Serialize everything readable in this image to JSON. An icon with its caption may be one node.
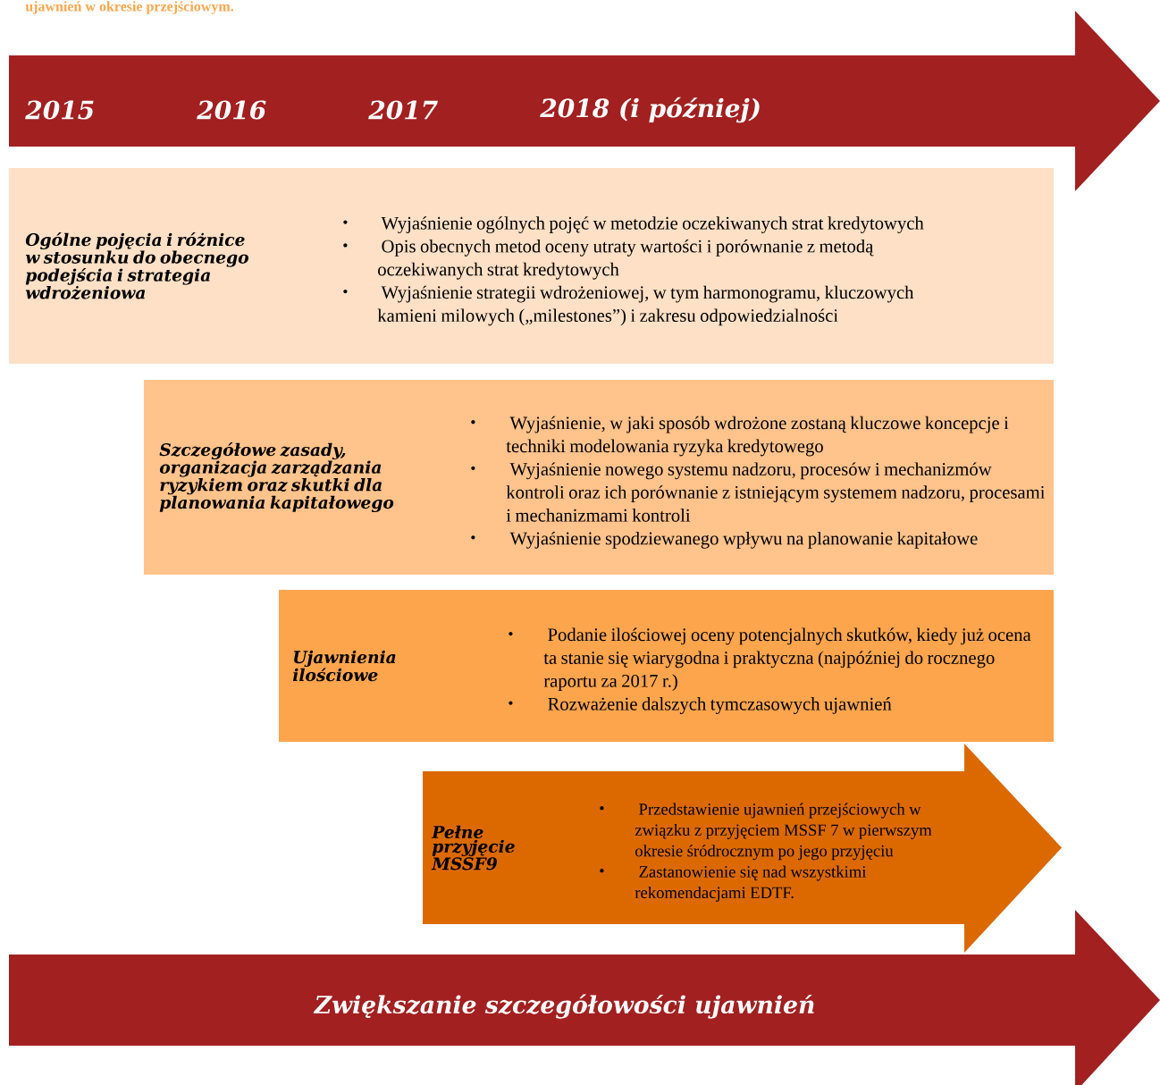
{
  "diagram": {
    "title": "ujawnień w okresie przejściowym.",
    "nodes": [
      {
        "text": [
          "2015",
          "2016",
          "2017",
          "2018 (i później)"
        ]
      },
      {
        "text": [
          "Ogólne pojęcia i różnice w stosunku do obecnego podejścia i strategia wdrożeniowa",
          "Wyjaśnienie ogólnych pojęć w metodzie oczekiwanych strat kredytowych",
          "Opis obecnych metod oceny utraty wartości i porównanie z metodą oczekiwanych strat kredytowych",
          "Wyjaśnienie strategii wdrożeniowej, w tym harmonogramu, kluczowych kamieni milowych („milestones”) i zakresu odpowiedzialności"
        ]
      },
      {
        "text": [
          "Szczegółowe zasady, organizacja zarządzania ryzykiem oraz skutki dla planowania kapitałowego",
          "Wyjaśnienie, w jaki sposób wdrożone zostaną kluczowe koncepcje i techniki modelowania ryzyka kredytowego",
          "Wyjaśnienie nowego systemu nadzoru, procesów i mechanizmów kontroli oraz ich porównanie z istniejącym systemem nadzoru, procesami i mechanizmami kontroli",
          "Wyjaśnienie spodziewanego wpływu na planowanie kapitałowe"
        ]
      },
      {
        "text": [
          "Ujawnienia ilościowe",
          "Podanie ilościowej oceny potencjalnych skutków, kiedy już ocena ta stanie się wiarygodna i praktyczna (najpóźniej do rocznego raportu za 2017 r.)",
          "Rozważenie dalszych tymczasowych ujawnień"
        ]
      },
      {
        "text": [
          "Pełne przyjęcie MSSF9",
          "Przedstawienie ujawnień przejściowych w związku z przyjęciem MSSF 7 w pierwszym okresie śródrocznym po jego przyjęciu",
          "Zastanowienie się nad wszystkimi rekomendacjami EDTF."
        ]
      },
      {
        "text": [
          "Zwiększanie szczegółowości ujawnień"
        ]
      }
    ]
  }
}
